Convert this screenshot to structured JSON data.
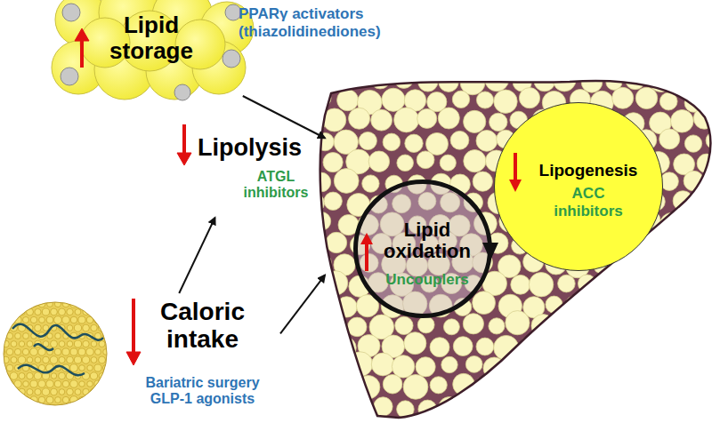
{
  "diagram": {
    "nodes": [
      {
        "text": [
          "Lipid storage",
          "PPARγ activators (thiazolidinediones)"
        ]
      },
      {
        "text": [
          "Lipolysis",
          "ATGL inhibitors"
        ]
      },
      {
        "text": []
      },
      {
        "text": [
          "Lipid oxidation",
          "Uncouplers"
        ],
        "in": 2
      },
      {
        "text": [
          "Lipogenesis",
          "ACC inhibitors"
        ],
        "in": 2
      },
      {
        "text": [
          "Caloric intake",
          "Bariatric surgery GLP-1 agonists"
        ]
      }
    ],
    "edges": [
      {
        "from": 0,
        "to": 2,
        "arrow": "to"
      },
      {
        "from": 5,
        "to": 1,
        "arrow": "to"
      },
      {
        "from": 5,
        "to": 2,
        "arrow": "to"
      }
    ]
  }
}
